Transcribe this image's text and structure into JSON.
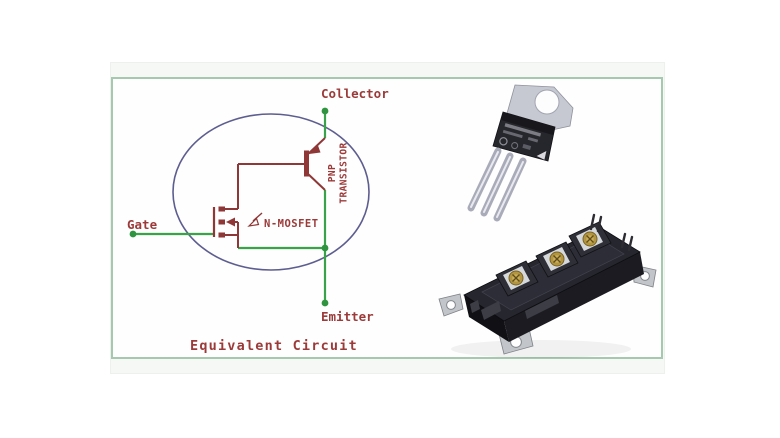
{
  "figure": {
    "caption": "Equivalent Circuit",
    "terminals": {
      "collector": "Collector",
      "gate": "Gate",
      "emitter": "Emitter"
    },
    "components": {
      "mosfet": "N-MOSFET",
      "pnp_line1": "PNP",
      "pnp_line2": "TRANSISTOR"
    },
    "colors": {
      "wire_green": "#3aa34a",
      "wire_red": "#8f3636",
      "label_red": "#9c3a3a",
      "circle_outline": "#5d5d90",
      "panel_border": "#a5c8ae",
      "panel_background": "#fdfefd",
      "brass_screw": "#b29540",
      "package_black": "#26262d",
      "metal_gray": "#c6c8d2"
    }
  }
}
